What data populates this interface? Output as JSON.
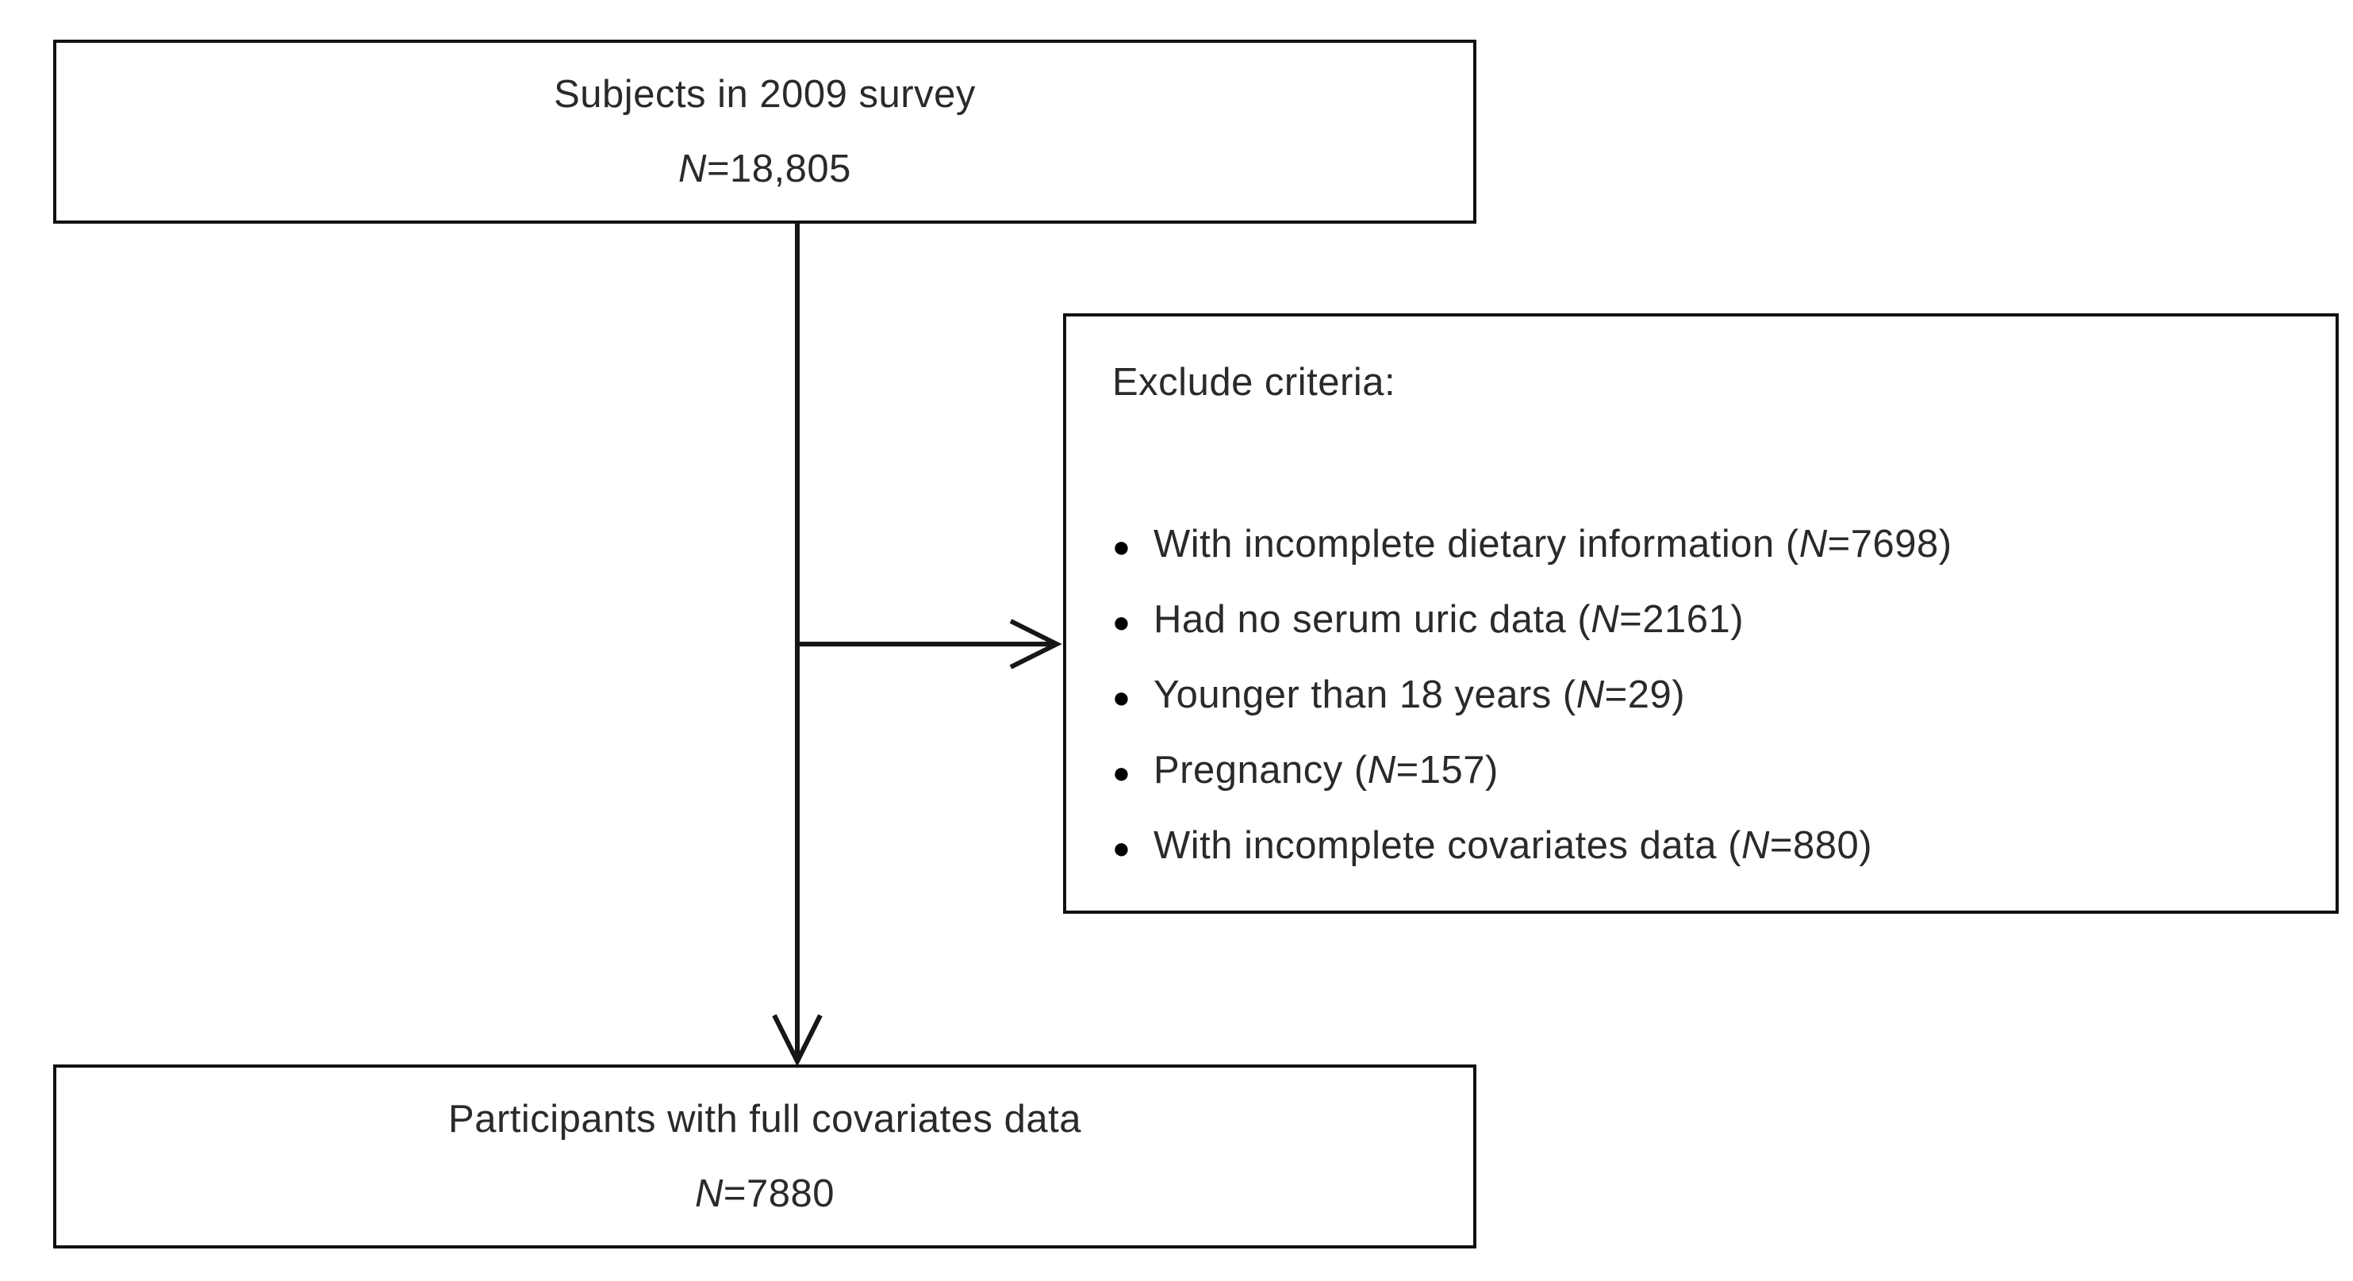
{
  "flowchart": {
    "bullet_icon": "●",
    "line_color": "#161616",
    "top_box": {
      "title": "Subjects in 2009 survey",
      "n_italic": "N",
      "n_rest": "=18,805"
    },
    "exclude_box": {
      "heading": "Exclude criteria:",
      "items": [
        {
          "before": "With incomplete dietary information (",
          "n": "N",
          "after": " =7698)"
        },
        {
          "before": "Had no serum uric data (",
          "n": "N",
          "after": " =2161)"
        },
        {
          "before": "Younger than 18 years (",
          "n": "N",
          "after": " =29)"
        },
        {
          "before": "Pregnancy (",
          "n": "N",
          "after": " =157)"
        },
        {
          "before": "With incomplete covariates data (",
          "n": "N",
          "after": " =880)"
        }
      ]
    },
    "bottom_box": {
      "title": "Participants with full covariates data",
      "n_italic": "N",
      "n_rest": "=7880"
    }
  }
}
